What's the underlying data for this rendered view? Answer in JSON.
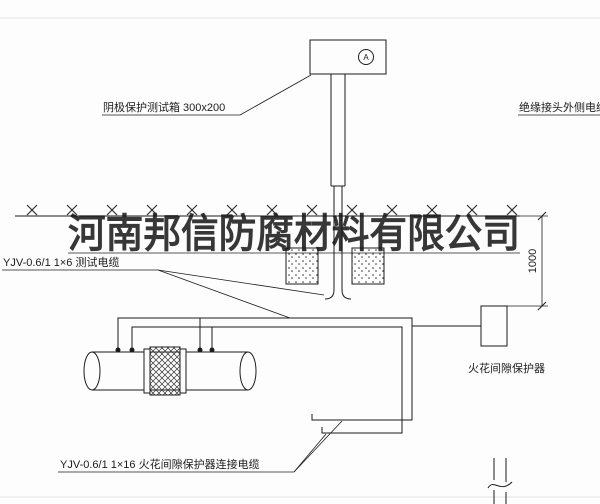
{
  "watermark": "河南邦信防腐材料有限公司",
  "diagram": {
    "ammeter_label": "A",
    "test_box_label": "阴极保护测试箱 300x200",
    "insulated_joint_cable_label": "绝缘接头外侧电缆",
    "test_cable_label": "YJV-0.6/1 1×6  测试电缆",
    "spark_gap_label": "火花间隙保护器",
    "connection_cable_label": "YJV-0.6/1 1×16  火花间隙保护器连接电缆",
    "dimension_label": "1000"
  },
  "colors": {
    "line": "#1c1c1c",
    "background": "#fdfdfd",
    "watermark": "#151515"
  }
}
